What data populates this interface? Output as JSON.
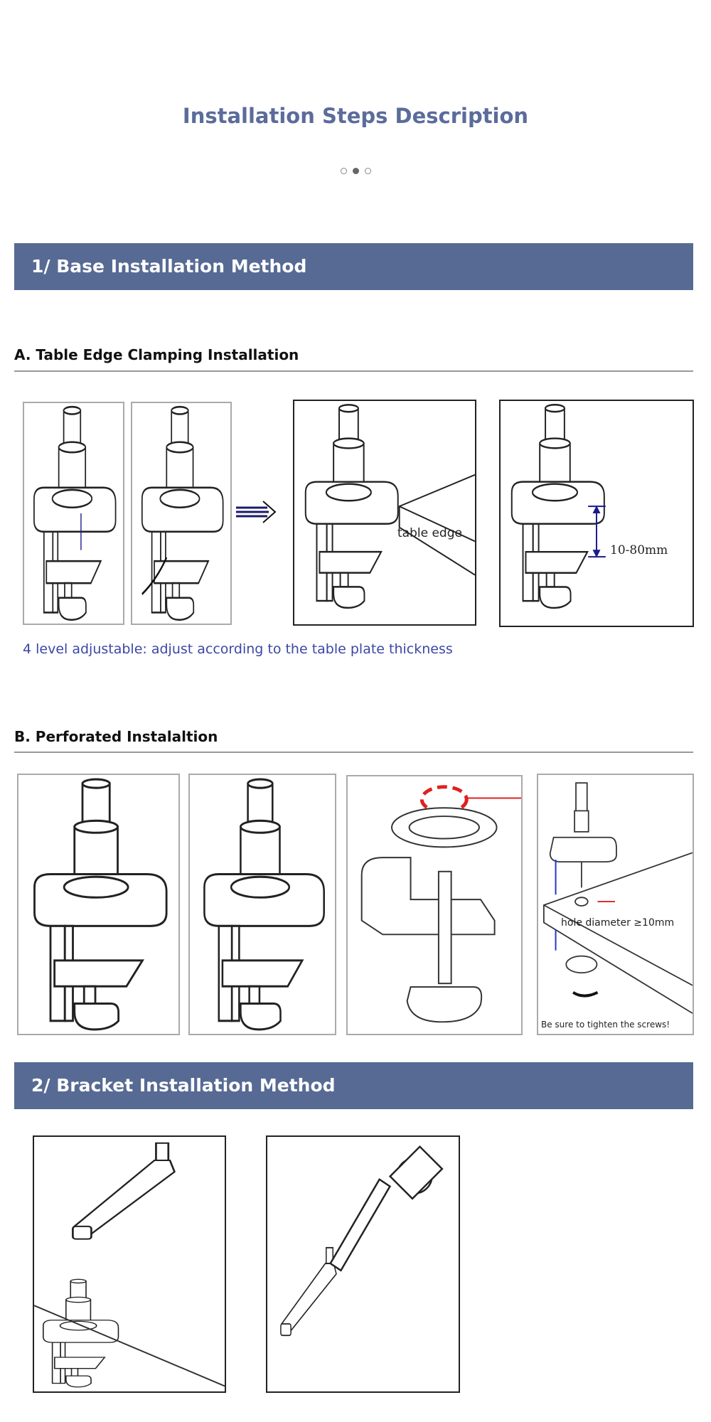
{
  "page": {
    "title": "Installation Steps Description",
    "carousel": {
      "count": 3,
      "active_index": 1
    }
  },
  "section1": {
    "heading": "1/ Base Installation Method",
    "partA": {
      "heading": "A. Table Edge Clamping Installation",
      "table_edge_label": "table edge",
      "range_label": "10-80mm",
      "caption": "4 level adjustable: adjust according to the table plate thickness"
    },
    "partB": {
      "heading": "B. Perforated Instalaltion",
      "hole_label": "hole diameter ≥10mm",
      "tighten_label": "Be sure to tighten the screws!"
    }
  },
  "section2": {
    "heading": "2/ Bracket Installation Method"
  },
  "colors": {
    "accent": "#566a94",
    "title": "#5b6c9b",
    "caption": "#3b47a6",
    "marker_red": "#e02020",
    "arrow_blue": "#1a1a8c"
  }
}
